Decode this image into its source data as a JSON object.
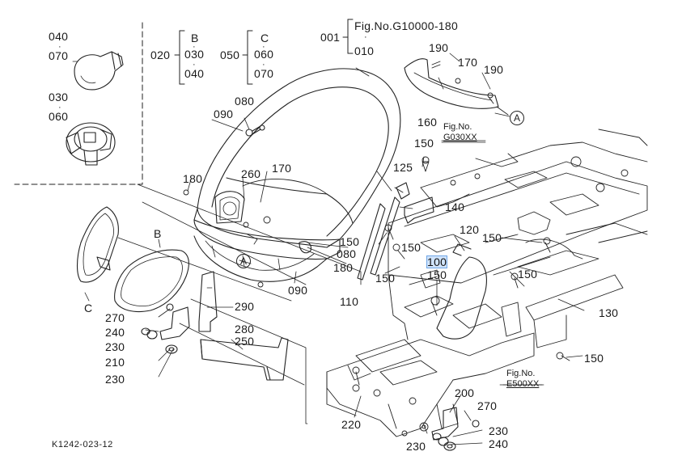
{
  "figure": {
    "fig_number": "Fig.No.G10000-180",
    "drawing_code": "K1242-023-12",
    "selected_callout": "100"
  },
  "references": [
    {
      "id": "g030",
      "title": "Fig.No.",
      "code": "G030XX"
    },
    {
      "id": "e500",
      "title": "Fig.No.",
      "code": "E500XX"
    }
  ],
  "markers": {
    "a": "A",
    "b": "B",
    "c": "C"
  },
  "groups": {
    "g001": {
      "top": "001",
      "bottom": "010"
    },
    "g020": {
      "left": "020",
      "top": "B",
      "mid": "030",
      "bottom": "040"
    },
    "g050": {
      "left": "050",
      "top": "C",
      "mid": "060",
      "bottom": "070"
    }
  },
  "callouts": {
    "c040": "040",
    "c070": "070",
    "c030": "030",
    "c060": "060",
    "c080a": "080",
    "c090a": "090",
    "c180a": "180",
    "c260": "260",
    "c170a": "170",
    "c190a": "190",
    "c170b": "170",
    "c190b": "190",
    "c160": "160",
    "c150a": "150",
    "c125": "125",
    "c140": "140",
    "c150b": "150",
    "c150c": "150",
    "c080b": "080",
    "c180b": "180",
    "c090b": "090",
    "c120": "120",
    "c100": "100",
    "c150d": "150",
    "c150e": "150",
    "c150f": "150",
    "c110": "110",
    "c150g": "150",
    "c130": "130",
    "c150h": "150",
    "c270a": "270",
    "c240a": "240",
    "c230a": "230",
    "c210": "210",
    "c230b": "230",
    "c290": "290",
    "c280": "280",
    "c250": "250",
    "c200": "200",
    "c270b": "270",
    "c230c": "230",
    "c240b": "240",
    "c220": "220",
    "c230d": "230"
  }
}
